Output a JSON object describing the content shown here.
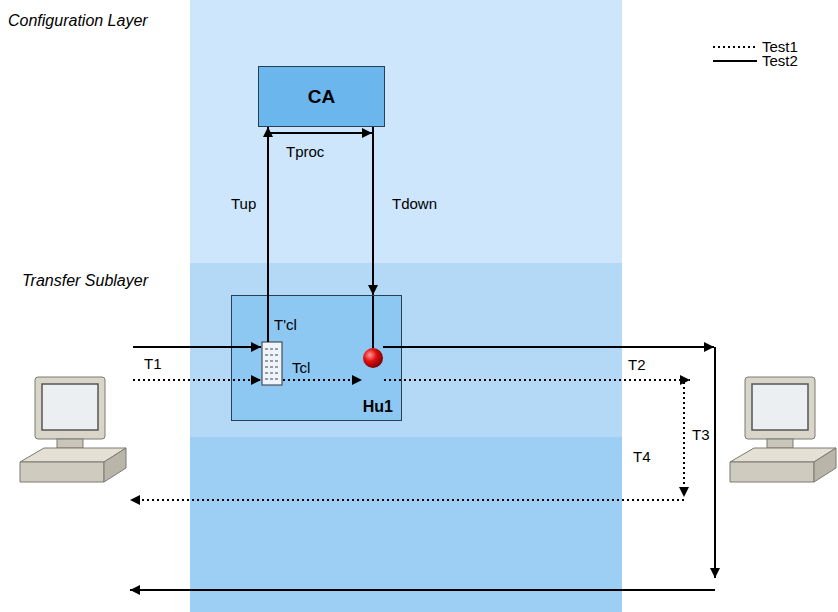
{
  "diagram": {
    "nodes": [
      {
        "text": [
          "Configuration Layer"
        ]
      },
      {
        "text": [
          "CA"
        ],
        "in": 0
      },
      {
        "text": [
          "Transfer Sublayer"
        ]
      },
      {
        "text": [
          "Hu1"
        ],
        "in": 2
      }
    ],
    "edges": [
      {
        "from": 3,
        "to": 1,
        "arrow": "to",
        "label": "Tup"
      },
      {
        "from": 1,
        "to": 3,
        "arrow": "to",
        "label": "Tdown"
      }
    ],
    "labels": [
      "Tproc",
      "T'cl",
      "T1",
      "Tcl",
      "T2",
      "T3",
      "T4"
    ],
    "legend": [
      {
        "text": "Test1"
      },
      {
        "text": "Test2"
      }
    ]
  }
}
